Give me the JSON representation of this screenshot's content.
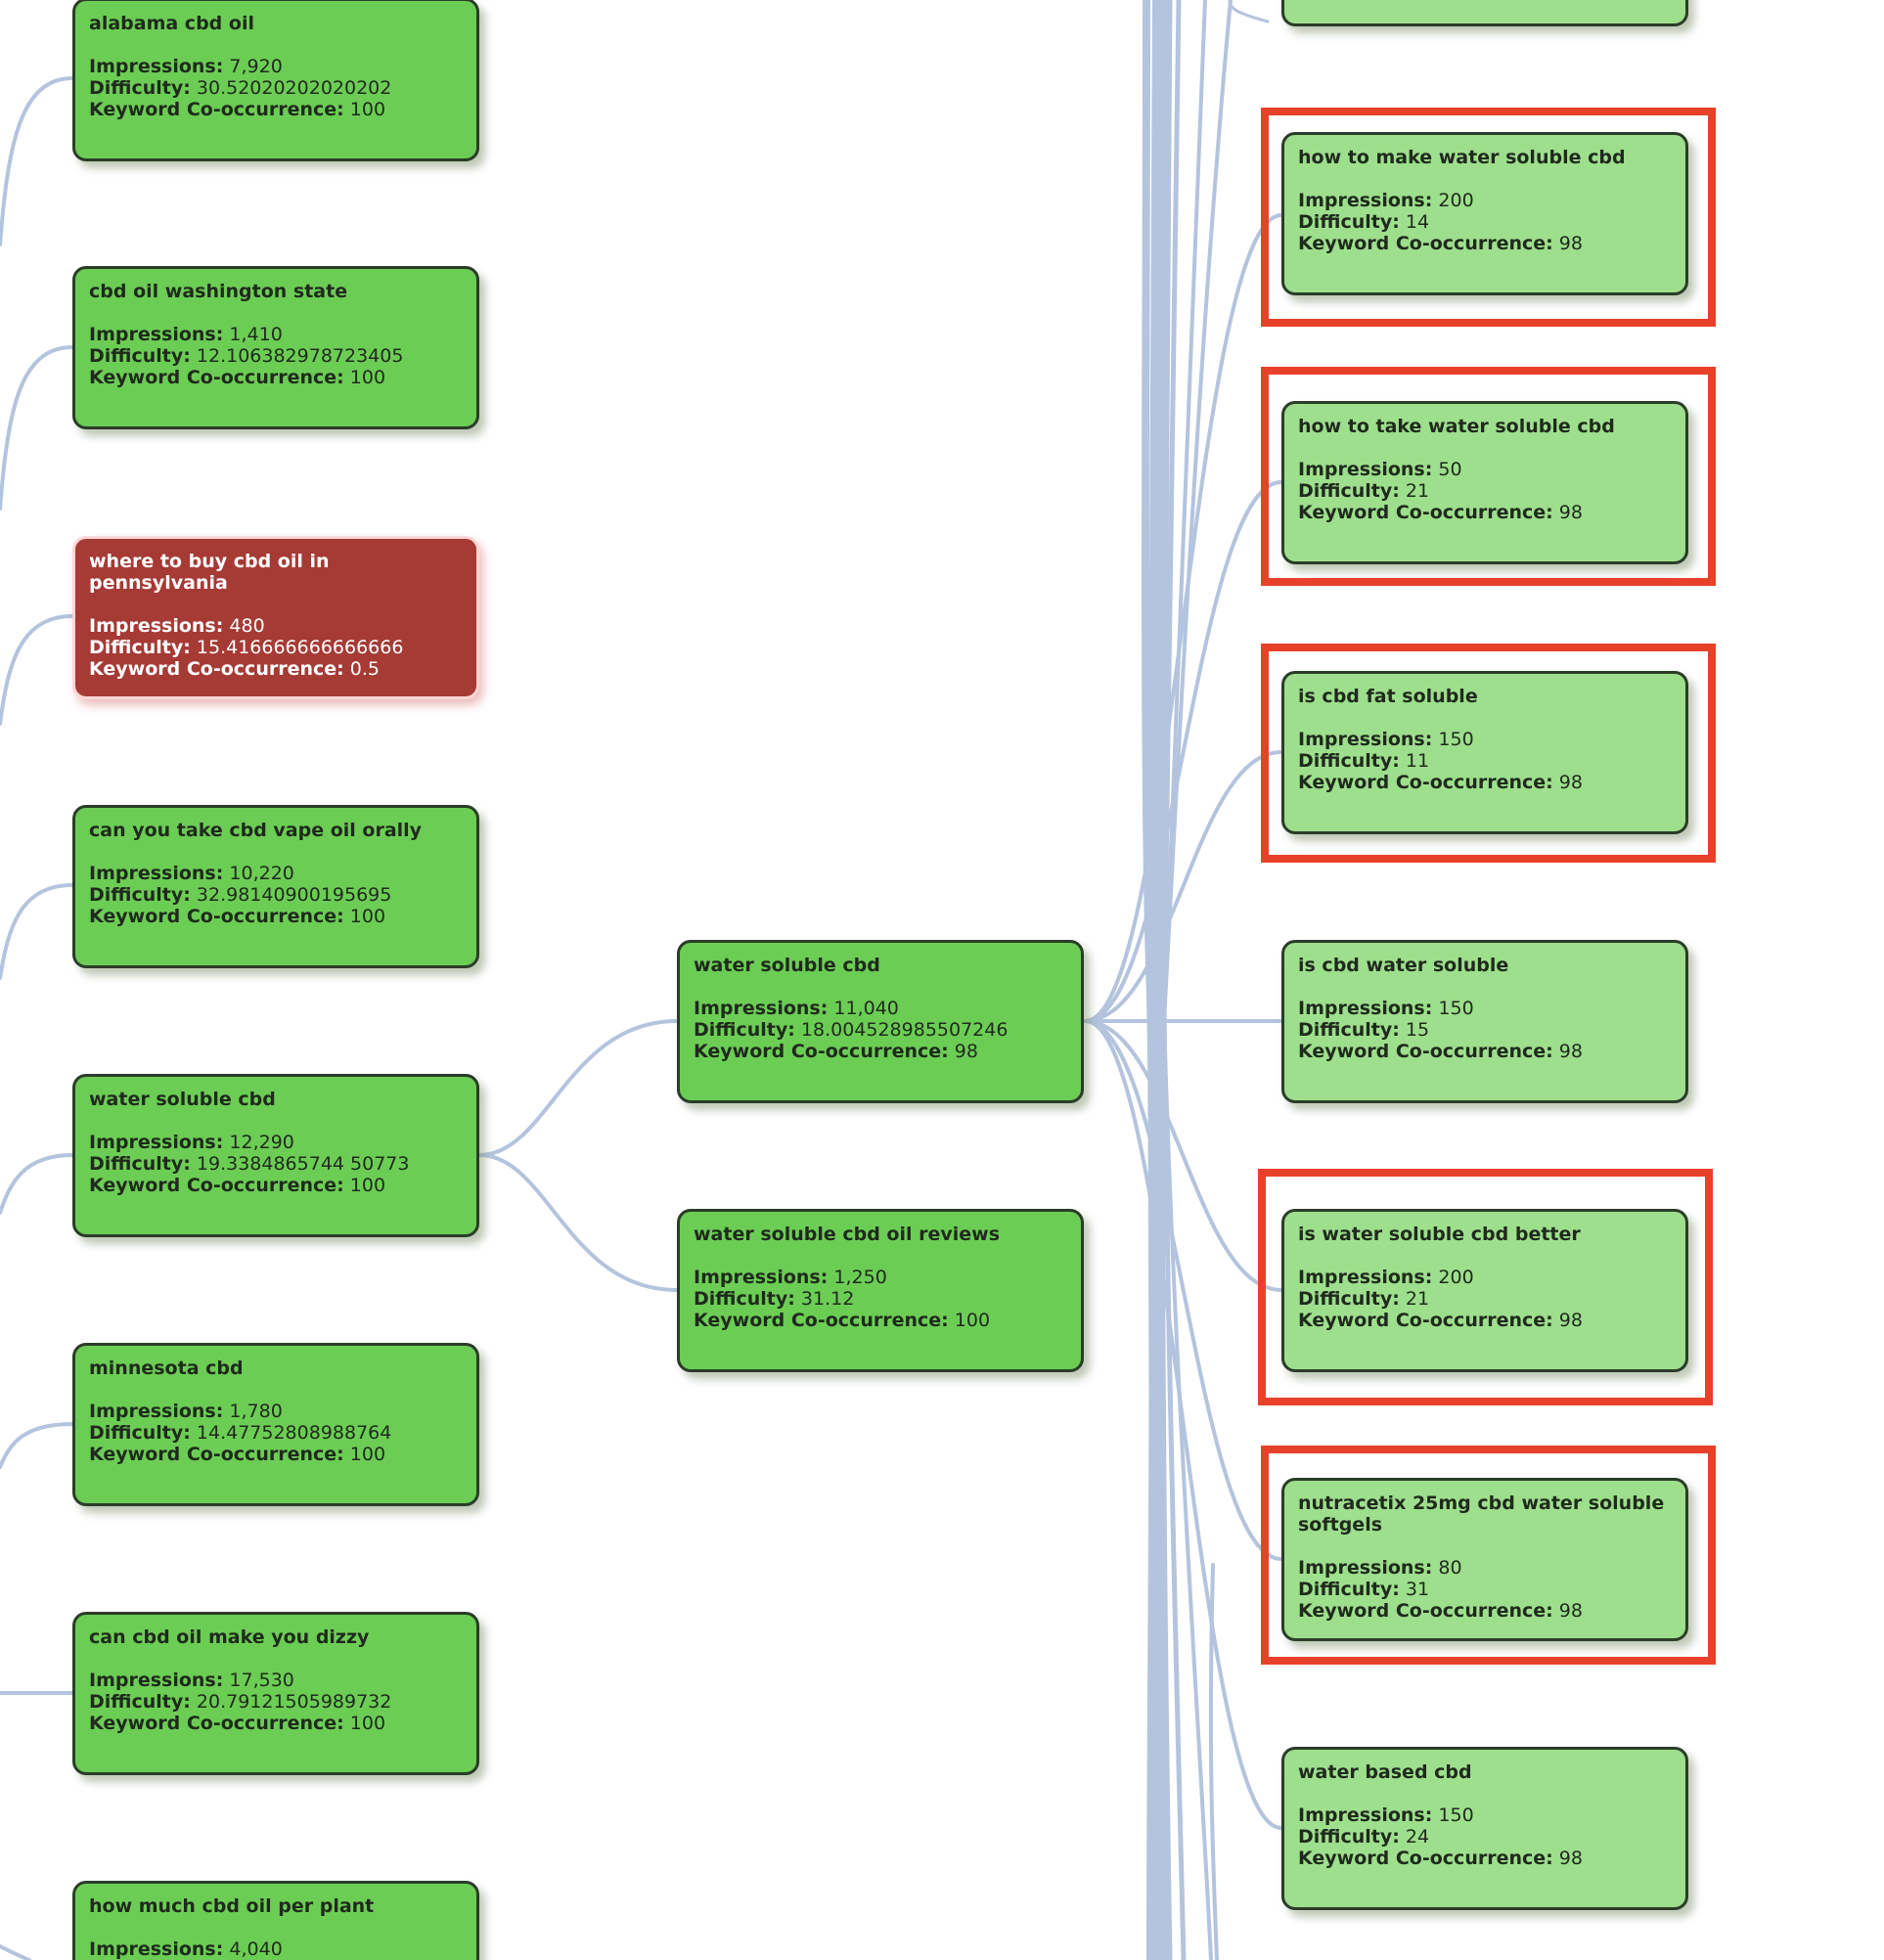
{
  "labels": {
    "impressions": "Impressions:",
    "difficulty": "Difficulty:",
    "cooccurrence": "Keyword Co-occurrence:"
  },
  "colors": {
    "edge": "#b4c4de",
    "node_dark": "#6ccd55",
    "node_light": "#9edf8d",
    "node_flagged": "#a63a35",
    "highlight_box": "#e8412a"
  },
  "nodes": [
    {
      "title": "alabama cbd oil",
      "impressions": "7,920",
      "difficulty": "30.52020202020202",
      "cooccurrence": "100"
    },
    {
      "title": "cbd oil washington state",
      "impressions": "1,410",
      "difficulty": "12.106382978723405",
      "cooccurrence": "100"
    },
    {
      "title": "where to buy cbd oil in pennsylvania",
      "impressions": "480",
      "difficulty": "15.416666666666666",
      "cooccurrence": "0.5"
    },
    {
      "title": "can you take cbd vape oil orally",
      "impressions": "10,220",
      "difficulty": "32.98140900195695",
      "cooccurrence": "100"
    },
    {
      "title": "water soluble cbd",
      "impressions": "12,290",
      "difficulty": "19.3384865744 50773",
      "cooccurrence": "100"
    },
    {
      "title": "minnesota cbd",
      "impressions": "1,780",
      "difficulty": "14.47752808988764",
      "cooccurrence": "100"
    },
    {
      "title": "can cbd oil make you dizzy",
      "impressions": "17,530",
      "difficulty": "20.79121505989732",
      "cooccurrence": "100"
    },
    {
      "title": "how much cbd oil per plant",
      "impressions": "4,040",
      "difficulty": "",
      "cooccurrence": ""
    },
    {
      "title": "water soluble cbd",
      "impressions": "11,040",
      "difficulty": "18.004528985507246",
      "cooccurrence": "98"
    },
    {
      "title": "water soluble cbd oil reviews",
      "impressions": "1,250",
      "difficulty": "31.12",
      "cooccurrence": "100"
    },
    {
      "title": "",
      "impressions": "",
      "difficulty": "",
      "cooccurrence": ""
    },
    {
      "title": "how to make water soluble cbd",
      "impressions": "200",
      "difficulty": "14",
      "cooccurrence": "98"
    },
    {
      "title": "how to take water soluble cbd",
      "impressions": "50",
      "difficulty": "21",
      "cooccurrence": "98"
    },
    {
      "title": "is cbd fat soluble",
      "impressions": "150",
      "difficulty": "11",
      "cooccurrence": "98"
    },
    {
      "title": "is cbd water soluble",
      "impressions": "150",
      "difficulty": "15",
      "cooccurrence": "98"
    },
    {
      "title": "is water soluble cbd better",
      "impressions": "200",
      "difficulty": "21",
      "cooccurrence": "98"
    },
    {
      "title": "nutracetix 25mg cbd water soluble softgels",
      "impressions": "80",
      "difficulty": "31",
      "cooccurrence": "98"
    },
    {
      "title": "water based cbd",
      "impressions": "150",
      "difficulty": "24",
      "cooccurrence": "98"
    }
  ]
}
